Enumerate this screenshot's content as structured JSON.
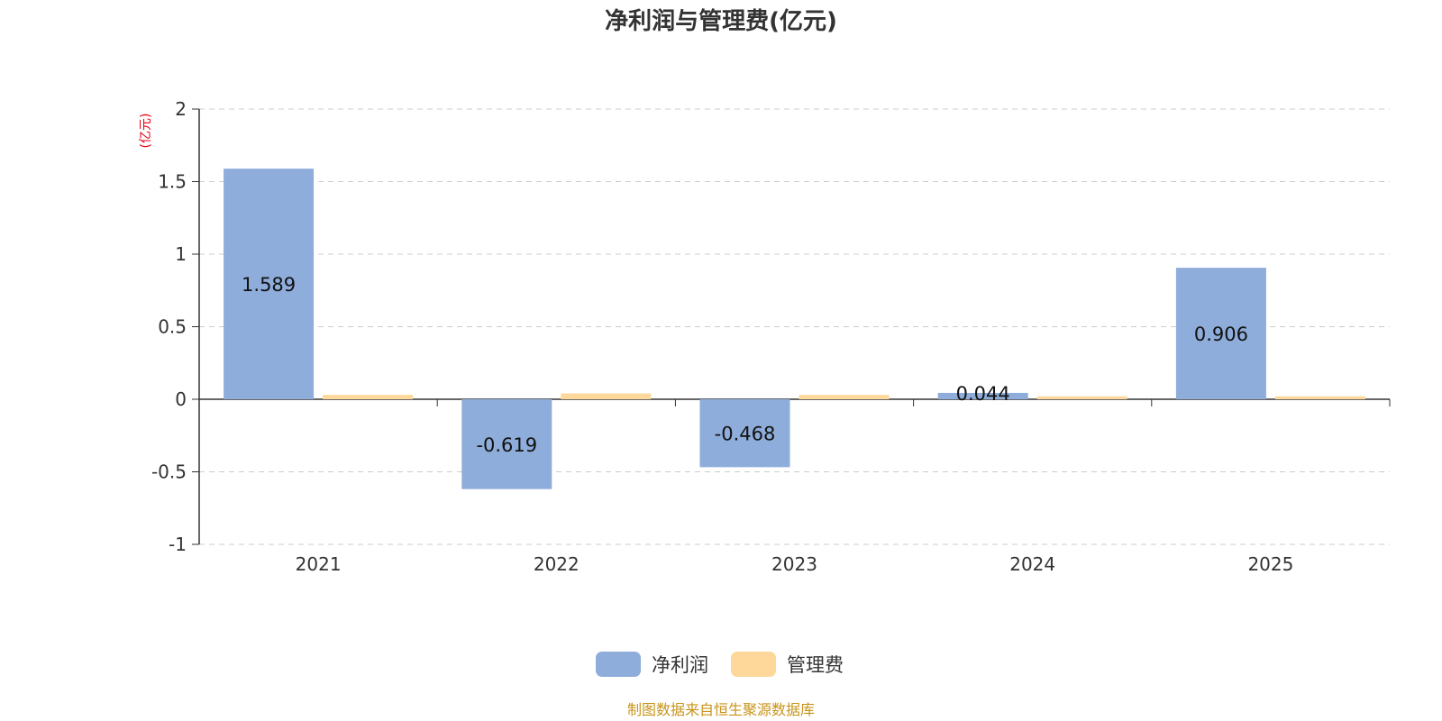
{
  "chart_data": {
    "type": "bar",
    "title": "净利润与管理费(亿元)",
    "unit": "(亿元)",
    "categories": [
      "2021",
      "2022",
      "2023",
      "2024",
      "2025"
    ],
    "series": [
      {
        "name": "净利润",
        "color": "#8eadda",
        "values": [
          1.589,
          -0.619,
          -0.468,
          0.044,
          0.906
        ],
        "data_labels": [
          "1.589",
          "-0.619",
          "-0.468",
          "0.044",
          "0.906"
        ]
      },
      {
        "name": "管理费",
        "color": "#fdd89a",
        "values": [
          0.03,
          0.04,
          0.03,
          0.02,
          0.02
        ]
      }
    ],
    "ylim": [
      -1,
      2
    ],
    "yticks": [
      -1,
      -0.5,
      0,
      0.5,
      1,
      1.5,
      2
    ],
    "ytick_labels": [
      "-1",
      "-0.5",
      "0",
      "0.5",
      "1",
      "1.5",
      "2"
    ],
    "grid": true,
    "legend_position": "bottom-center",
    "source": "制图数据来自恒生聚源数据库"
  }
}
